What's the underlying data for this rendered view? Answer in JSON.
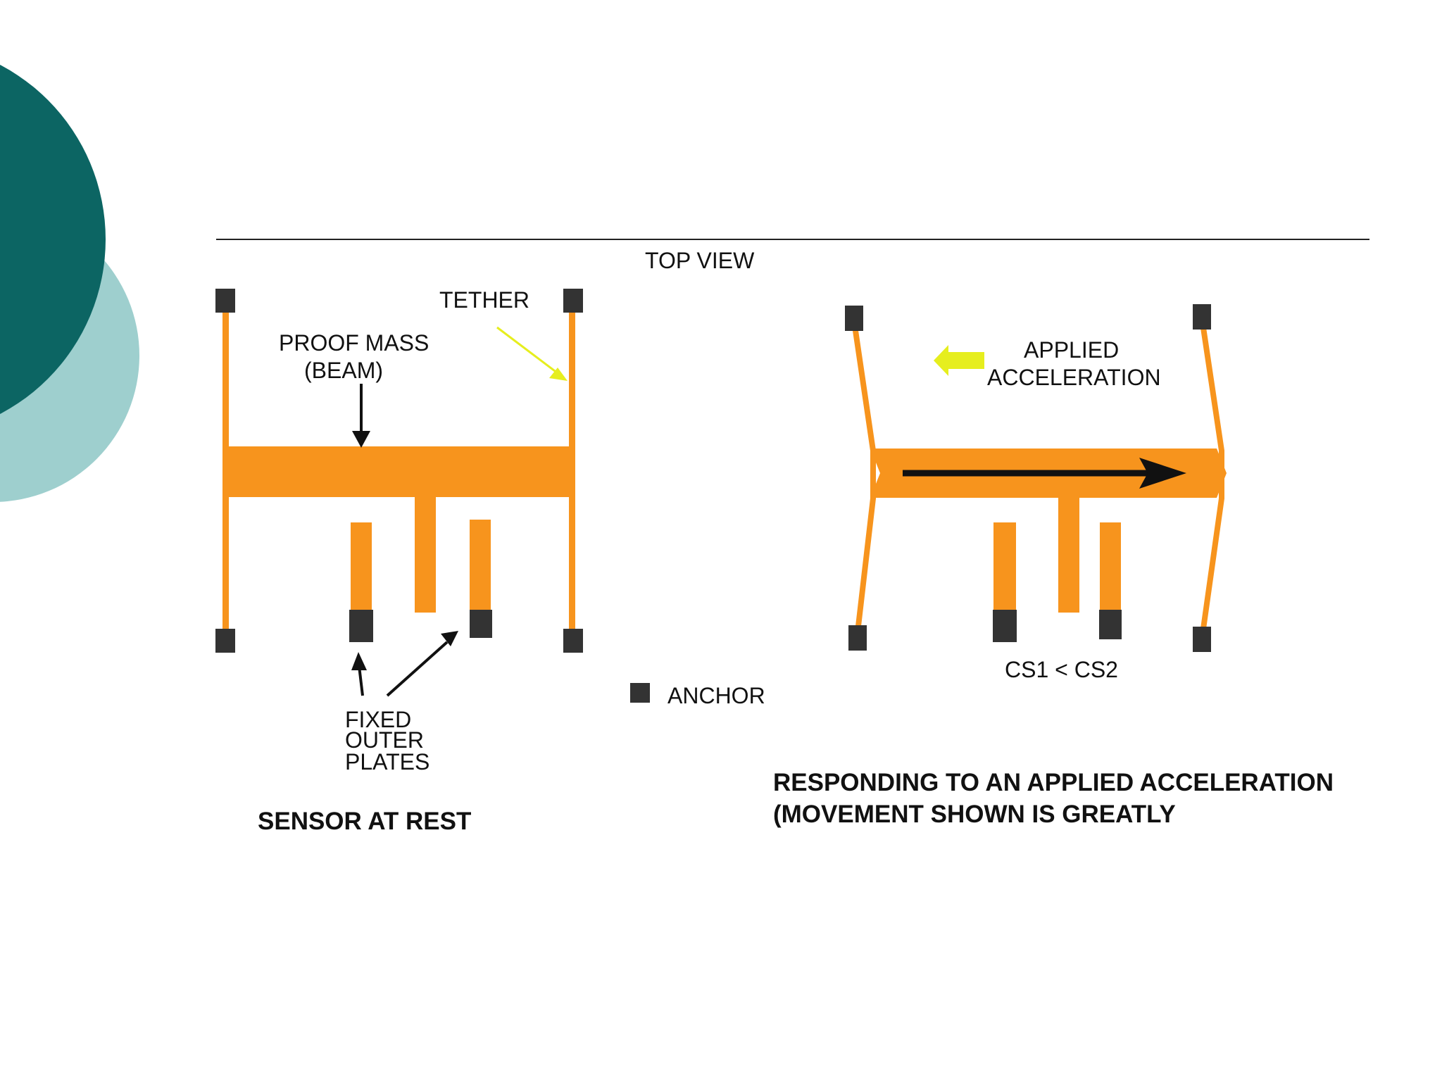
{
  "slide": {
    "background": "#ffffff",
    "decor_colors": {
      "dark_circle": "#0c6563",
      "light_circle": "#9ecfce"
    }
  },
  "diagram": {
    "colors": {
      "structure": "#f7941d",
      "anchor": "#333333",
      "tether_pointer": "#e6ee1e",
      "arrow": "#111111"
    },
    "top_view_label": "TOP VIEW",
    "left": {
      "tether_label": "TETHER",
      "proof_mass_label_line1": "PROOF MASS",
      "proof_mass_label_line2": "(BEAM)",
      "fixed_plates_line1": "FIXED",
      "fixed_plates_line2": "OUTER",
      "fixed_plates_line3": "PLATES",
      "caption": "SENSOR AT REST"
    },
    "legend": {
      "anchor_label": "ANCHOR"
    },
    "right": {
      "applied_label_line1": "APPLIED",
      "applied_label_line2": "ACCELERATION",
      "capacitance_label": "CS1 < CS2",
      "caption_line1": "RESPONDING TO AN APPLIED ACCELERATION",
      "caption_line2": "(MOVEMENT SHOWN IS GREATLY"
    }
  }
}
